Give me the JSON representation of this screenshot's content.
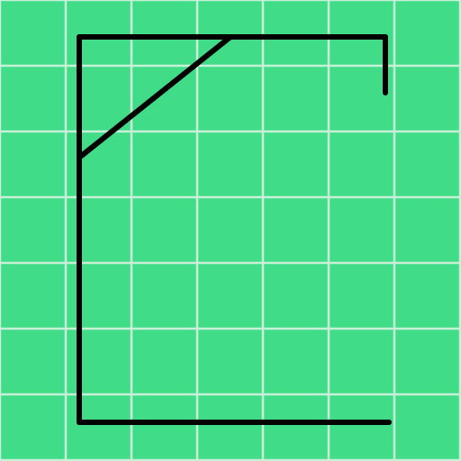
{
  "game": {
    "type": "hangman",
    "stage": "gallows-only",
    "background_color": "#41dc88",
    "grid_color": "#c7f0d6",
    "stroke_color": "#000000",
    "parts": [
      "base",
      "pole",
      "beam",
      "brace",
      "rope"
    ]
  }
}
